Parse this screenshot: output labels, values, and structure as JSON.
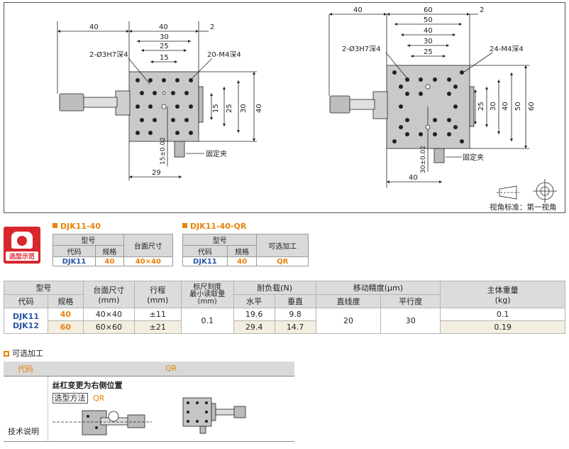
{
  "drawing": {
    "left_dims": {
      "d40_top": "40",
      "d40": "40",
      "d30": "30",
      "d25": "25",
      "d15": "15",
      "d2": "2",
      "hole_note": "2-Ø3H7深4",
      "tap_note": "20-M4深4",
      "v15": "15",
      "v25": "25",
      "v30": "30",
      "v40": "40",
      "v15_tol": "15±0.02",
      "d29": "29",
      "clamp": "固定夹"
    },
    "right_dims": {
      "d40_top": "40",
      "d60": "60",
      "d50": "50",
      "d40": "40",
      "d30": "30",
      "d25": "25",
      "d2": "2",
      "hole_note": "2-Ø3H7深4",
      "tap_note": "24-M4深4",
      "v25": "25",
      "v30": "30",
      "v40": "40",
      "v50": "50",
      "v60": "60",
      "v30_tol": "30±0.02",
      "d40_bottom": "40",
      "clamp": "固定夹"
    },
    "projection_label": "视角标准：第一视角"
  },
  "badge": {
    "line1": "选型示范"
  },
  "example1": {
    "title": "DJK11-40",
    "h_model": "型号",
    "h_code": "代码",
    "h_spec": "规格",
    "h_size": "台面尺寸",
    "code": "DJK11",
    "spec": "40",
    "size": "40×40"
  },
  "example2": {
    "title": "DJK11-40-QR",
    "h_model": "型号",
    "h_code": "代码",
    "h_spec": "规格",
    "h_opt": "可选加工",
    "code": "DJK11",
    "spec": "40",
    "opt": "QR"
  },
  "spec_table": {
    "h_model": "型号",
    "h_code": "代码",
    "h_spec": "规格",
    "h_size": "台面尺寸",
    "h_size_unit": "(mm)",
    "h_stroke": "行程",
    "h_stroke_unit": "(mm)",
    "h_scale1": "标尺刻度",
    "h_scale2": "最小读取量",
    "h_scale_unit": "(mm)",
    "h_load": "耐负载(N)",
    "h_horizontal": "水平",
    "h_vertical": "垂直",
    "h_accuracy": "移动精度(μm)",
    "h_straight": "直线度",
    "h_parallel": "平行度",
    "h_weight": "主体重量",
    "h_weight_unit": "(kg)",
    "code1": "DJK11",
    "code2": "DJK12",
    "rows": [
      {
        "spec": "40",
        "size": "40×40",
        "stroke": "±11",
        "horizontal": "19.6",
        "vertical": "9.8",
        "weight": "0.1"
      },
      {
        "spec": "60",
        "size": "60×60",
        "stroke": "±21",
        "horizontal": "29.4",
        "vertical": "14.7",
        "weight": "0.19"
      }
    ],
    "scale": "0.1",
    "straight": "20",
    "parallel": "30"
  },
  "options": {
    "title": "可选加工",
    "h_code": "代码",
    "code": "QR",
    "desc_title": "丝杠变更为右侧位置",
    "method_label": "选型方法",
    "method_value": "QR",
    "row_label": "技术说明"
  }
}
